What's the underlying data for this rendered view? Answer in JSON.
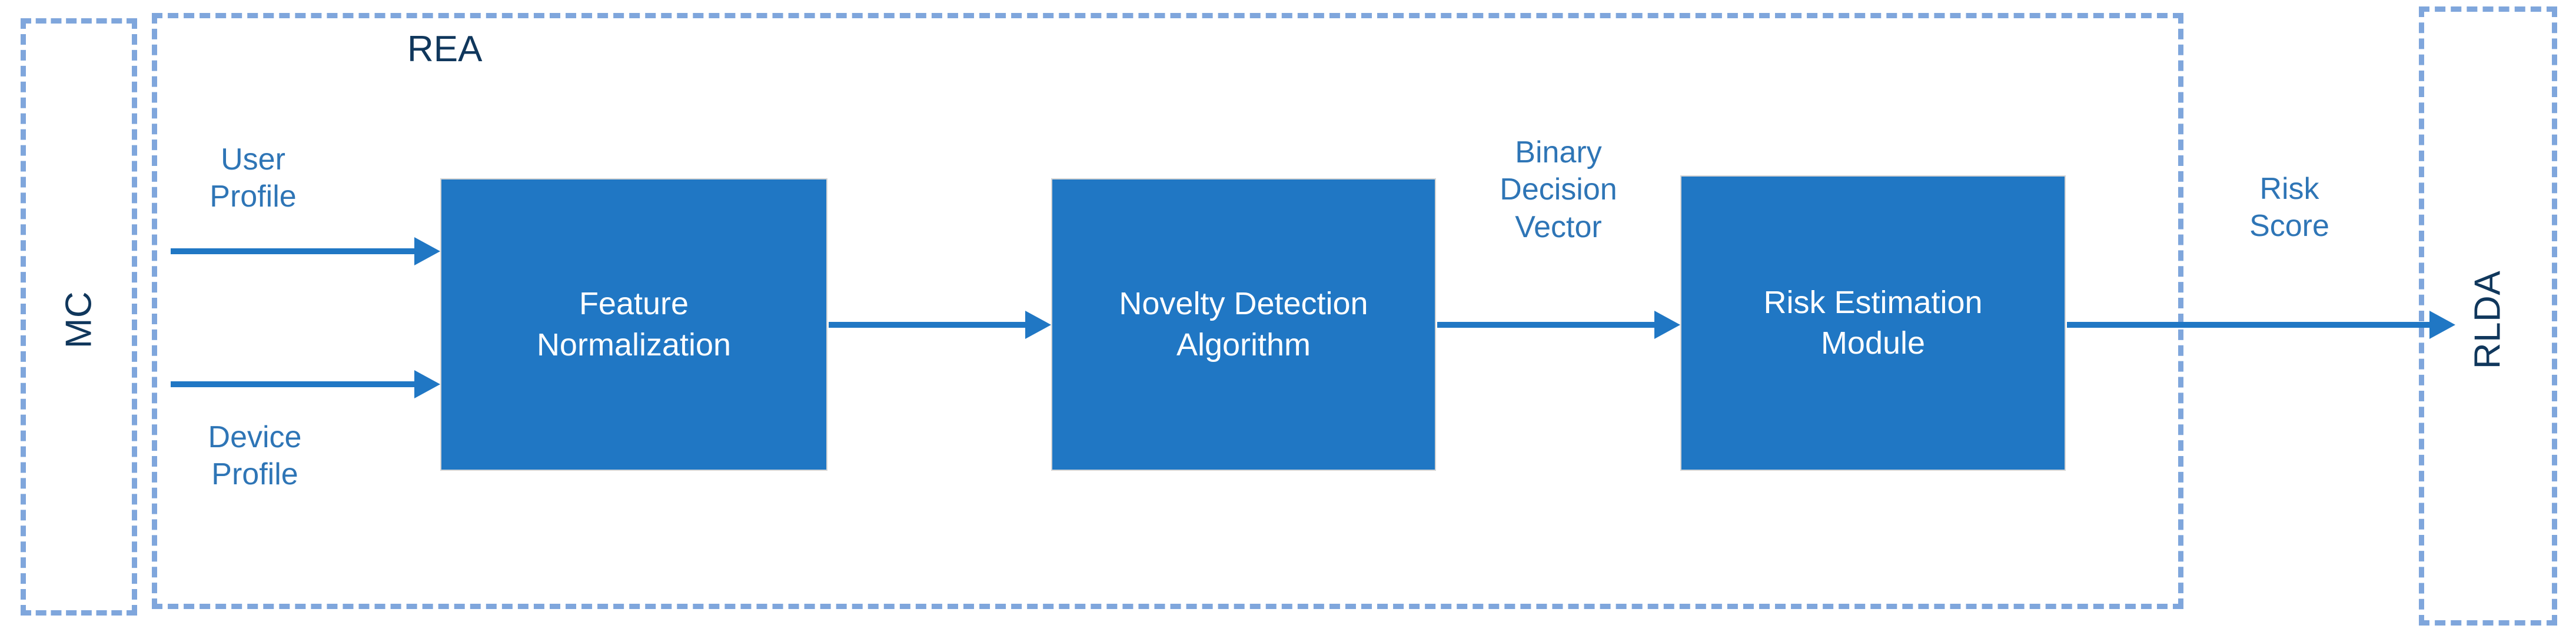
{
  "diagram": {
    "title": "Risk Engine Architecture flow diagram",
    "colors": {
      "box_fill": "#2077C4",
      "box_text": "#FFFFFF",
      "dashed_border": "#7FA6DC",
      "group_label": "#10375C",
      "flow_label": "#2E75B6",
      "arrow": "#2077C4",
      "background": "#FFFFFF"
    },
    "groups": [
      {
        "id": "mc",
        "label": "MC",
        "orientation": "vertical"
      },
      {
        "id": "rea",
        "label": "REA",
        "orientation": "horizontal-top-left"
      },
      {
        "id": "rlda",
        "label": "RLDA",
        "orientation": "vertical"
      }
    ],
    "process_boxes": [
      {
        "id": "feature-normalization",
        "line1": "Feature",
        "line2": "Normalization"
      },
      {
        "id": "novelty-detection",
        "line1": "Novelty Detection",
        "line2": "Algorithm"
      },
      {
        "id": "risk-estimation",
        "line1": "Risk Estimation",
        "line2": "Module"
      }
    ],
    "flow_labels": [
      {
        "id": "user-profile",
        "text": "User\nProfile"
      },
      {
        "id": "device-profile",
        "text": "Device\nProfile"
      },
      {
        "id": "binary-decision-vector",
        "text": "Binary\nDecision\nVector"
      },
      {
        "id": "risk-score",
        "text": "Risk\nScore"
      }
    ],
    "arrows": [
      {
        "id": "arrow-user-profile",
        "from": "mc",
        "to": "feature-normalization"
      },
      {
        "id": "arrow-device-profile",
        "from": "mc",
        "to": "feature-normalization"
      },
      {
        "id": "arrow-features",
        "from": "feature-normalization",
        "to": "novelty-detection"
      },
      {
        "id": "arrow-decision",
        "from": "novelty-detection",
        "to": "risk-estimation"
      },
      {
        "id": "arrow-risk-score",
        "from": "risk-estimation",
        "to": "rlda"
      }
    ]
  }
}
